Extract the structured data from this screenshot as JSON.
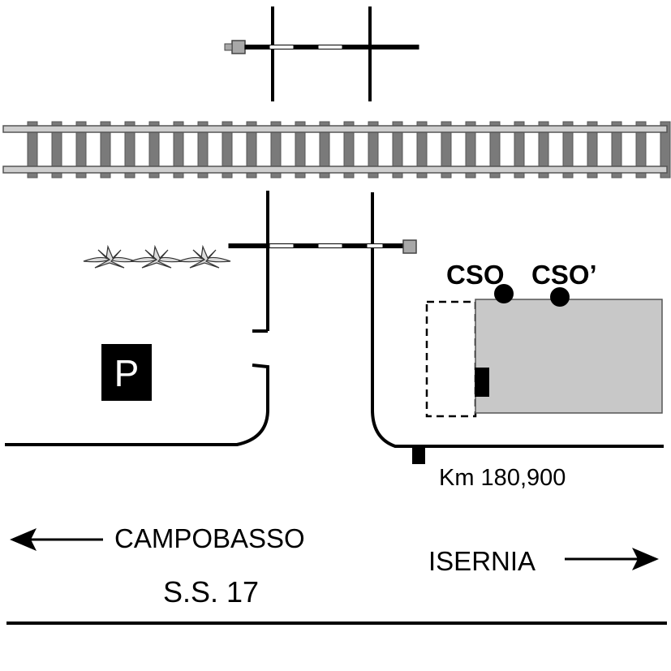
{
  "labels": {
    "sensor_cso": "CSO",
    "sensor_cso_prime": "CSO’",
    "km_marker": "Km 180,900",
    "city_left": "CAMPOBASSO",
    "city_right": "ISERNIA",
    "road_name": "S.S. 17",
    "parking_letter": "P"
  },
  "icons": {
    "left_arrow": "arrow-left-icon",
    "right_arrow": "arrow-right-icon",
    "parking": "parking-sign-icon",
    "vegetation": "grass-icon",
    "barrier_motor": "barrier-motor-icon"
  },
  "colors": {
    "ink": "#000000",
    "sleeper": "#7a7a7a",
    "rail": "#cfcfcf",
    "building": "#c8c8c8",
    "motor": "#a8a8a8"
  }
}
